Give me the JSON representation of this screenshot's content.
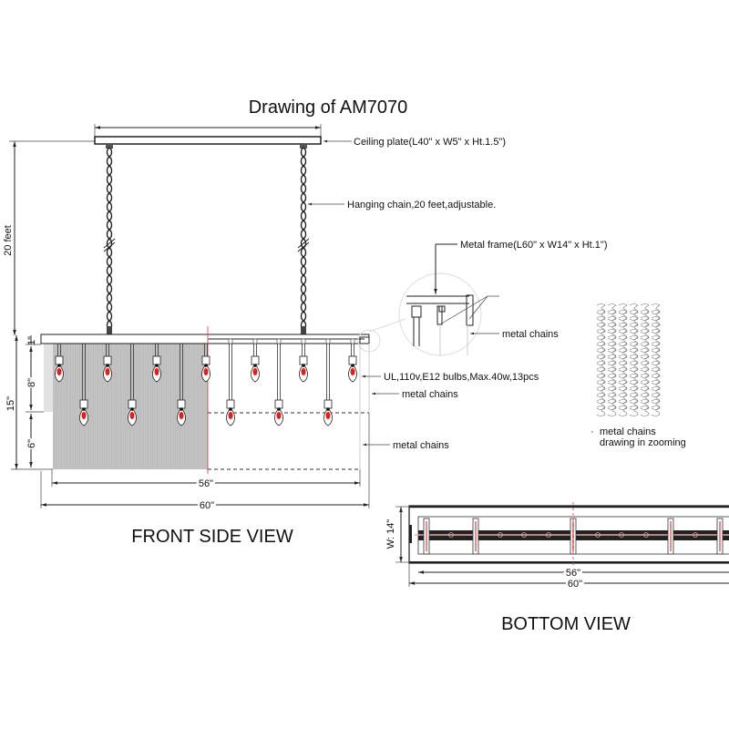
{
  "title": "Drawing of AM7070",
  "labels": {
    "ceiling_plate": "Ceiling plate(L40\" x W5\" x Ht.1.5\")",
    "hanging_chain": "Hanging chain,20 feet,adjustable.",
    "metal_frame": "Metal frame(L60\" x W14\" x Ht.1\")",
    "metal_chains_detail": "metal chains",
    "bulbs": "UL,110v,E12 bulbs,Max.40w,13pcs",
    "metal_chains_1": "metal chains",
    "metal_chains_2": "metal chains",
    "chain_zoom_line1": "metal chains",
    "chain_zoom_line2": "drawing in zooming"
  },
  "dimensions": {
    "height_total": "20 feet",
    "frame_ht": "1\"",
    "upper": "8\"",
    "overall": "15\"",
    "lower": "6\"",
    "inner_len": "56\"",
    "outer_len": "60\"",
    "width": "W: 14\"",
    "bottom_inner_len": "56\"",
    "bottom_outer_len": "60\""
  },
  "views": {
    "front": "FRONT SIDE VIEW",
    "bottom": "BOTTOM VIEW"
  },
  "colors": {
    "bulb": "#e0201c",
    "curtain": "#c4c4c4",
    "line": "#222222"
  }
}
